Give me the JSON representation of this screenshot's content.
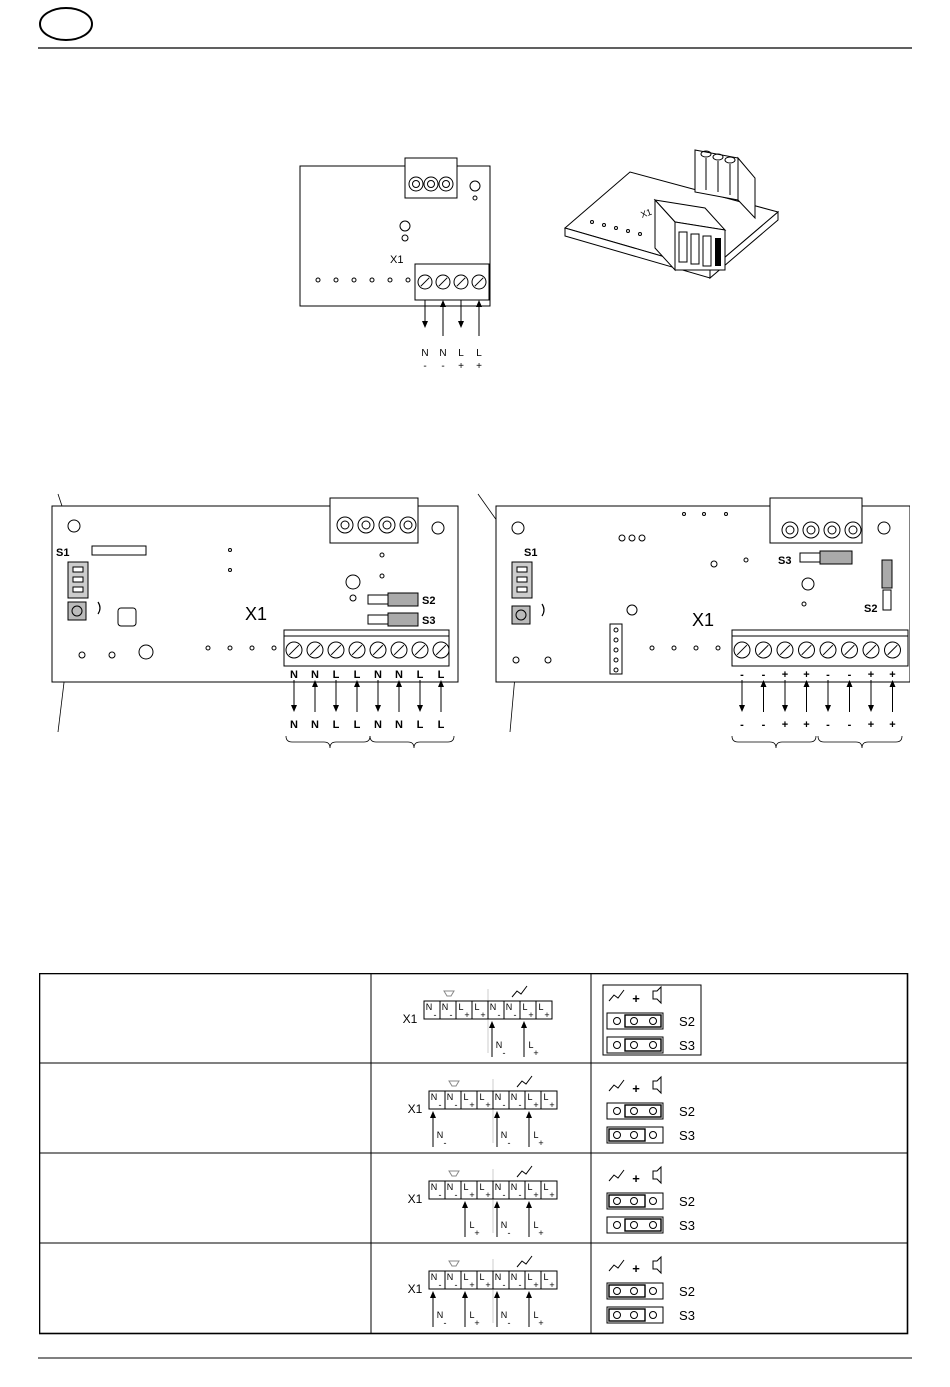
{
  "header": {
    "badge_text": ""
  },
  "board_small": {
    "connector_label": "X1",
    "terminals": [
      {
        "letter": "N",
        "sign": "-"
      },
      {
        "letter": "N",
        "sign": "-"
      },
      {
        "letter": "L",
        "sign": "+"
      },
      {
        "letter": "L",
        "sign": "+"
      }
    ]
  },
  "board_left": {
    "switch_label": "S1",
    "connector_label": "X1",
    "jumper_s2": "S2",
    "jumper_s3": "S3",
    "terminals": [
      "N",
      "N",
      "L",
      "L",
      "N",
      "N",
      "L",
      "L"
    ],
    "wires": [
      "N",
      "N",
      "L",
      "L",
      "N",
      "N",
      "L",
      "L"
    ]
  },
  "board_right": {
    "switch_label": "S1",
    "connector_label": "X1",
    "jumper_s3": "S3",
    "jumper_s2": "S2",
    "terminals": [
      "-",
      "-",
      "+",
      "+",
      "-",
      "-",
      "+",
      "+"
    ],
    "wires": [
      "-",
      "-",
      "+",
      "+",
      "-",
      "-",
      "+",
      "+"
    ]
  },
  "table": {
    "x1_label": "X1",
    "s2_label": "S2",
    "s3_label": "S3",
    "plus": "+",
    "cells": [
      {
        "l": "N",
        "s": "-"
      },
      {
        "l": "N",
        "s": "-"
      },
      {
        "l": "L",
        "s": "+"
      },
      {
        "l": "L",
        "s": "+"
      },
      {
        "l": "N",
        "s": "-"
      },
      {
        "l": "N",
        "s": "-"
      },
      {
        "l": "L",
        "s": "+"
      },
      {
        "l": "L",
        "s": "+"
      }
    ],
    "rows": [
      {
        "arrows": [
          {
            "pos": 4,
            "l": "N",
            "s": "-"
          },
          {
            "pos": 6,
            "l": "L",
            "s": "+"
          }
        ],
        "s2_left": false,
        "s3_left": false,
        "boxed": true
      },
      {
        "arrows": [
          {
            "pos": 0,
            "l": "N",
            "s": "-"
          },
          {
            "pos": 4,
            "l": "N",
            "s": "-"
          },
          {
            "pos": 6,
            "l": "L",
            "s": "+"
          }
        ],
        "s2_left": false,
        "s3_left": true,
        "boxed": false
      },
      {
        "arrows": [
          {
            "pos": 2,
            "l": "L",
            "s": "+"
          },
          {
            "pos": 4,
            "l": "N",
            "s": "-"
          },
          {
            "pos": 6,
            "l": "L",
            "s": "+"
          }
        ],
        "s2_left": true,
        "s3_left": false,
        "boxed": false
      },
      {
        "arrows": [
          {
            "pos": 0,
            "l": "N",
            "s": "-"
          },
          {
            "pos": 2,
            "l": "L",
            "s": "+"
          },
          {
            "pos": 4,
            "l": "N",
            "s": "-"
          },
          {
            "pos": 6,
            "l": "L",
            "s": "+"
          }
        ],
        "s2_left": true,
        "s3_left": true,
        "boxed": false
      }
    ]
  }
}
